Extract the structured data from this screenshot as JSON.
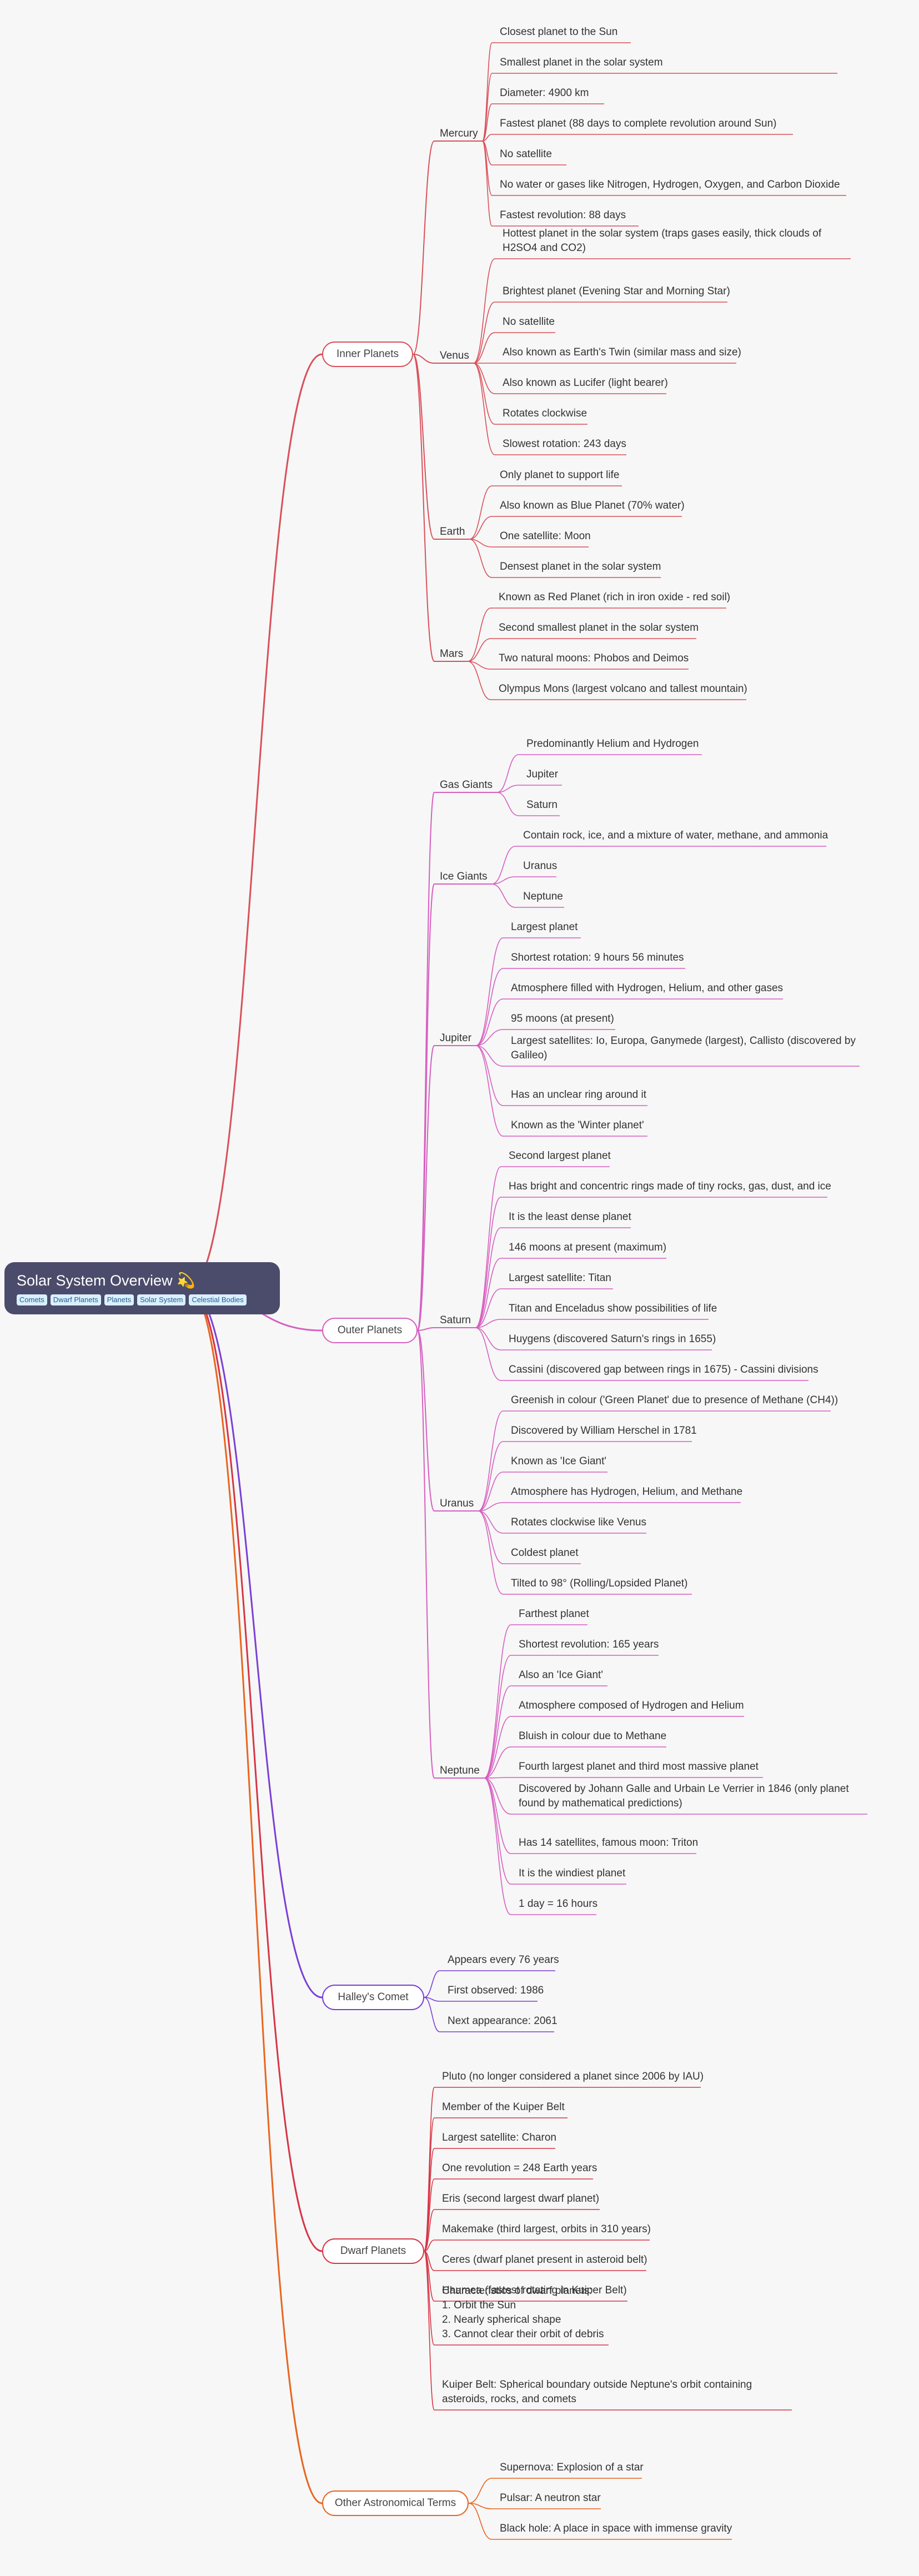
{
  "root": {
    "title": "Solar System Overview 💫",
    "tags": [
      "Comets",
      "Dwarf Planets",
      "Planets",
      "Solar System",
      "Celestial Bodies"
    ]
  },
  "branches": [
    {
      "label": "Inner Planets",
      "color": "#d9505a",
      "groups": [
        {
          "label": "Mercury",
          "items": [
            "Closest planet to the Sun",
            "Smallest planet in the solar system",
            "Diameter: 4900 km",
            "Fastest planet (88 days to complete revolution around Sun)",
            "No satellite",
            "No water or gases like Nitrogen, Hydrogen, Oxygen, and Carbon Dioxide",
            "Fastest revolution: 88 days"
          ]
        },
        {
          "label": "Venus",
          "items": [
            "Hottest planet in the solar system (traps gases easily, thick clouds of\nH2SO4 and CO2)",
            "Brightest planet (Evening Star and Morning Star)",
            "No satellite",
            "Also known as Earth's Twin (similar mass and size)",
            "Also known as Lucifer (light bearer)",
            "Rotates clockwise",
            "Slowest rotation: 243 days"
          ]
        },
        {
          "label": "Earth",
          "items": [
            "Only planet to support life",
            "Also known as Blue Planet (70% water)",
            "One satellite: Moon",
            "Densest planet in the solar system"
          ]
        },
        {
          "label": "Mars",
          "items": [
            "Known as Red Planet (rich in iron oxide - red soil)",
            "Second smallest planet in the solar system",
            "Two natural moons: Phobos and Deimos",
            "Olympus Mons (largest volcano and tallest mountain)"
          ]
        }
      ]
    },
    {
      "label": "Outer Planets",
      "color": "#d65fc0",
      "groups": [
        {
          "label": "Gas Giants",
          "items": [
            "Predominantly Helium and Hydrogen",
            "Jupiter",
            "Saturn"
          ]
        },
        {
          "label": "Ice Giants",
          "items": [
            "Contain rock, ice, and a mixture of water, methane, and ammonia",
            "Uranus",
            "Neptune"
          ]
        },
        {
          "label": "Jupiter",
          "items": [
            "Largest planet",
            "Shortest rotation: 9 hours 56 minutes",
            "Atmosphere filled with Hydrogen, Helium, and other gases",
            "95 moons (at present)",
            "Largest satellites: Io, Europa, Ganymede (largest), Callisto (discovered by\nGalileo)",
            "Has an unclear ring around it",
            "Known as the 'Winter planet'"
          ]
        },
        {
          "label": "Saturn",
          "items": [
            "Second largest planet",
            "Has bright and concentric rings made of tiny rocks, gas, dust, and ice",
            "It is the least dense planet",
            "146 moons at present (maximum)",
            "Largest satellite: Titan",
            "Titan and Enceladus show possibilities of life",
            "Huygens (discovered Saturn's rings in 1655)",
            "Cassini (discovered gap between rings in 1675) - Cassini divisions"
          ]
        },
        {
          "label": "Uranus",
          "items": [
            "Greenish in colour ('Green Planet' due to presence of Methane (CH4))",
            "Discovered by William Herschel in 1781",
            "Known as 'Ice Giant'",
            "Atmosphere has Hydrogen, Helium, and Methane",
            "Rotates clockwise like Venus",
            "Coldest planet",
            "Tilted to 98° (Rolling/Lopsided Planet)"
          ]
        },
        {
          "label": "Neptune",
          "items": [
            "Farthest planet",
            "Shortest revolution: 165 years",
            "Also an 'Ice Giant'",
            "Atmosphere composed of Hydrogen and Helium",
            "Bluish in colour due to Methane",
            "Fourth largest planet and third most massive planet",
            "Discovered by Johann Galle and Urbain Le Verrier in 1846 (only planet\nfound by mathematical predictions)",
            "Has 14 satellites, famous moon: Triton",
            "It is the windiest planet",
            "1 day = 16 hours"
          ]
        }
      ]
    },
    {
      "label": "Halley's Comet",
      "color": "#7a3fd6",
      "items": [
        "Appears every 76 years",
        "First observed: 1986",
        "Next appearance: 2061"
      ]
    },
    {
      "label": "Dwarf Planets",
      "color": "#d63545",
      "items": [
        "Pluto (no longer considered a planet since 2006 by IAU)",
        "Member of the Kuiper Belt",
        "Largest satellite: Charon",
        "One revolution = 248 Earth years",
        "Eris (second largest dwarf planet)",
        "Makemake (third largest, orbits in 310 years)",
        "Ceres (dwarf planet present in asteroid belt)",
        "Haumea (fastest rotating in Kuiper Belt)",
        "Characteristics of dwarf planets:\n1. Orbit the Sun\n2. Nearly spherical shape\n3. Cannot clear their orbit of debris",
        "Kuiper Belt: Spherical boundary outside Neptune's orbit containing\nasteroids, rocks, and comets"
      ]
    },
    {
      "label": "Other Astronomical Terms",
      "color": "#e8651f",
      "items": [
        "Supernova: Explosion of a star",
        "Pulsar: A neutron star",
        "Black hole: A place in space with immense gravity"
      ]
    }
  ]
}
